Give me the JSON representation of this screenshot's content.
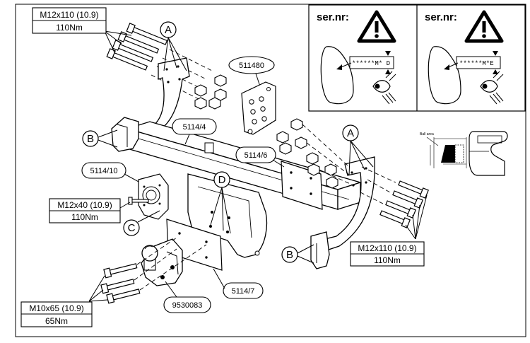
{
  "specs": {
    "top_left": {
      "bolt": "M12x110 (10.9)",
      "torque": "110Nm"
    },
    "right": {
      "bolt": "M12x110 (10.9)",
      "torque": "110Nm"
    },
    "mid_left": {
      "bolt": "M12x40 (10.9)",
      "torque": "110Nm"
    },
    "bottom_left": {
      "bolt": "M10x65 (10.9)",
      "torque": "65Nm"
    }
  },
  "parts": {
    "p511480": "511480",
    "p5114_4": "5114/4",
    "p5114_6": "5114/6",
    "p5114_10": "5114/10",
    "p5114_7": "5114/7",
    "p9530083": "9530083"
  },
  "callouts": {
    "a_top": "A",
    "a_right": "A",
    "b_left": "B",
    "b_right": "B",
    "c": "C",
    "d": "D"
  },
  "serial": {
    "label_left": "ser.nr:",
    "label_right": "ser.nr:",
    "plate_left_code": "******M* D",
    "plate_right_code": "******M*E"
  },
  "detail": {
    "ball_area": "Ball area"
  },
  "colors": {
    "line": "#000000",
    "background": "#ffffff"
  }
}
